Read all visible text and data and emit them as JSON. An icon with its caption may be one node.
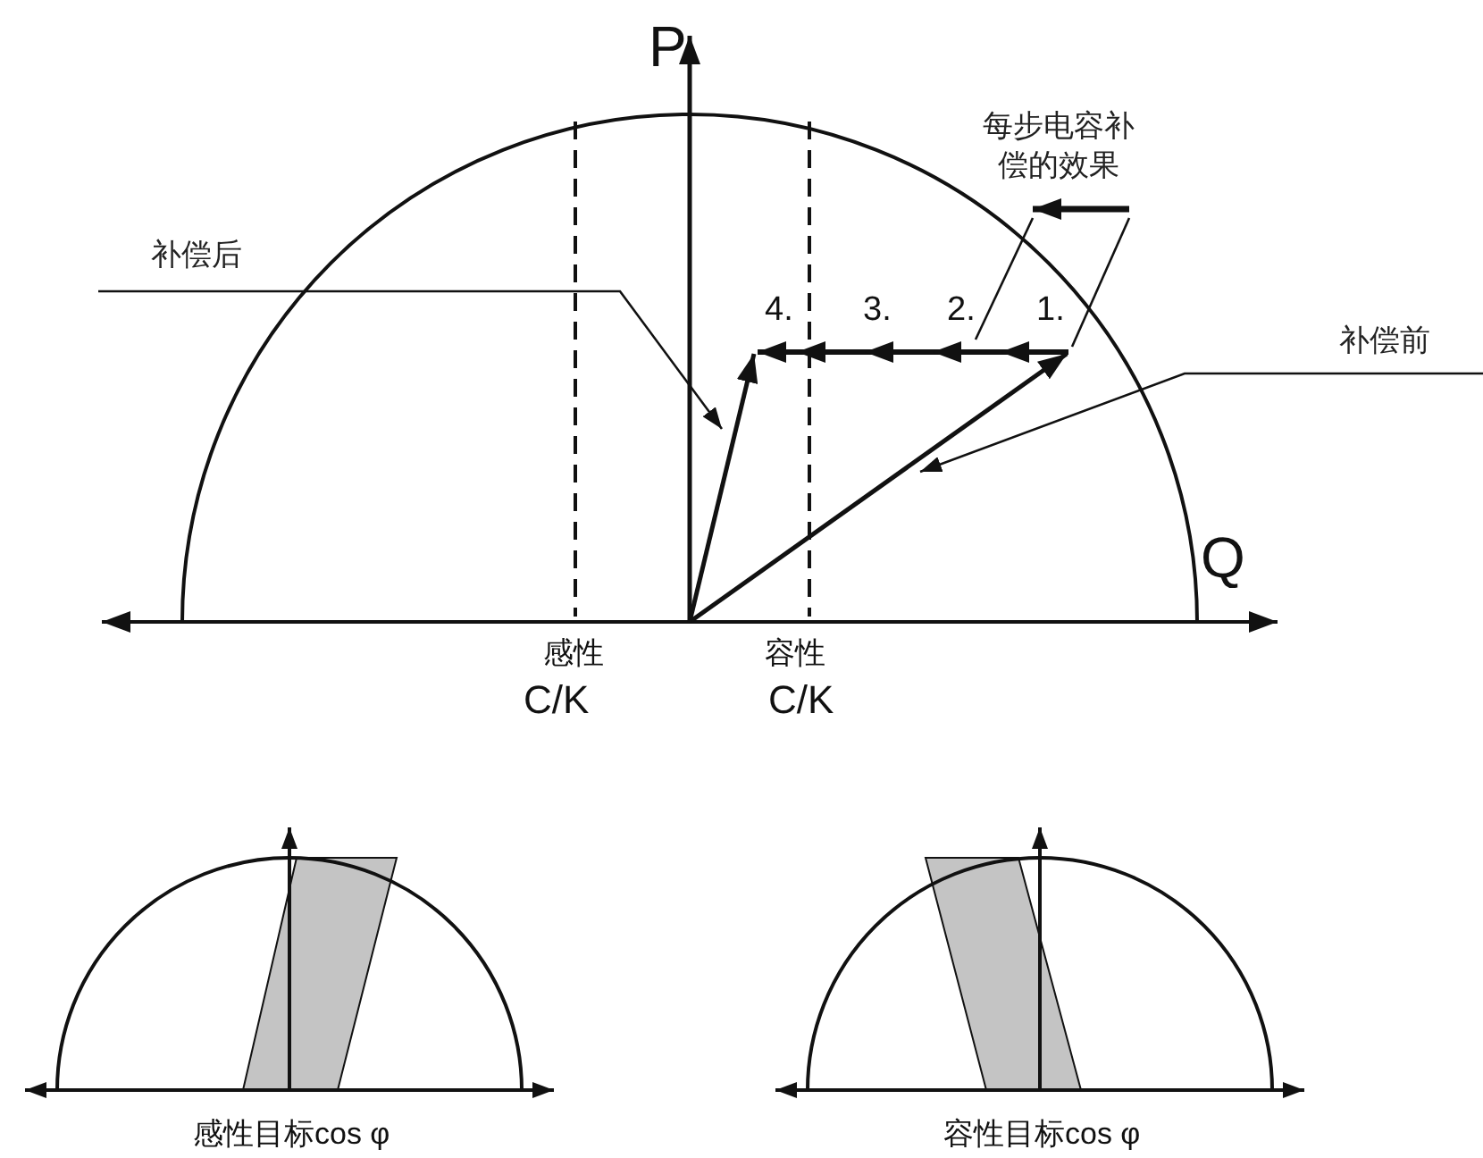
{
  "diagram": {
    "nodes": [
      {
        "text": [
          "补偿后"
        ]
      },
      {
        "text": [
          "补偿前"
        ]
      },
      {
        "text": [
          "每步电容补偿的效果"
        ]
      }
    ],
    "edges": [
      {
        "from": 0,
        "to": null,
        "arrow": "to"
      },
      {
        "from": 1,
        "to": null,
        "arrow": "to"
      },
      {
        "from": 2,
        "to": null,
        "arrow": "none"
      },
      {
        "from": 2,
        "to": null,
        "arrow": "none"
      }
    ],
    "labels": [
      "P",
      "4.",
      "3.",
      "2.",
      "1.",
      "Q",
      "感性",
      "容性",
      "C/K",
      "C/K",
      "感性目标cos φ",
      "容性目标cos φ"
    ]
  }
}
